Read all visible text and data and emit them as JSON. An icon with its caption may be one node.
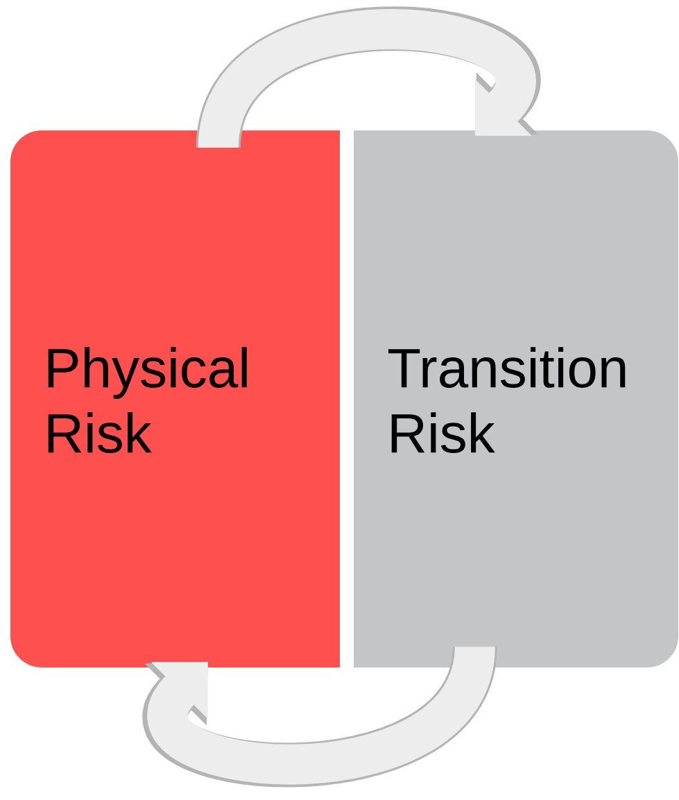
{
  "diagram": {
    "nodes": [
      {
        "text": [
          "Physical Risk"
        ]
      },
      {
        "text": [
          "Transition Risk"
        ]
      }
    ],
    "edges": [
      {
        "from": 0,
        "to": 1,
        "arrow": "to"
      },
      {
        "from": 1,
        "to": 0,
        "arrow": "to"
      }
    ]
  }
}
